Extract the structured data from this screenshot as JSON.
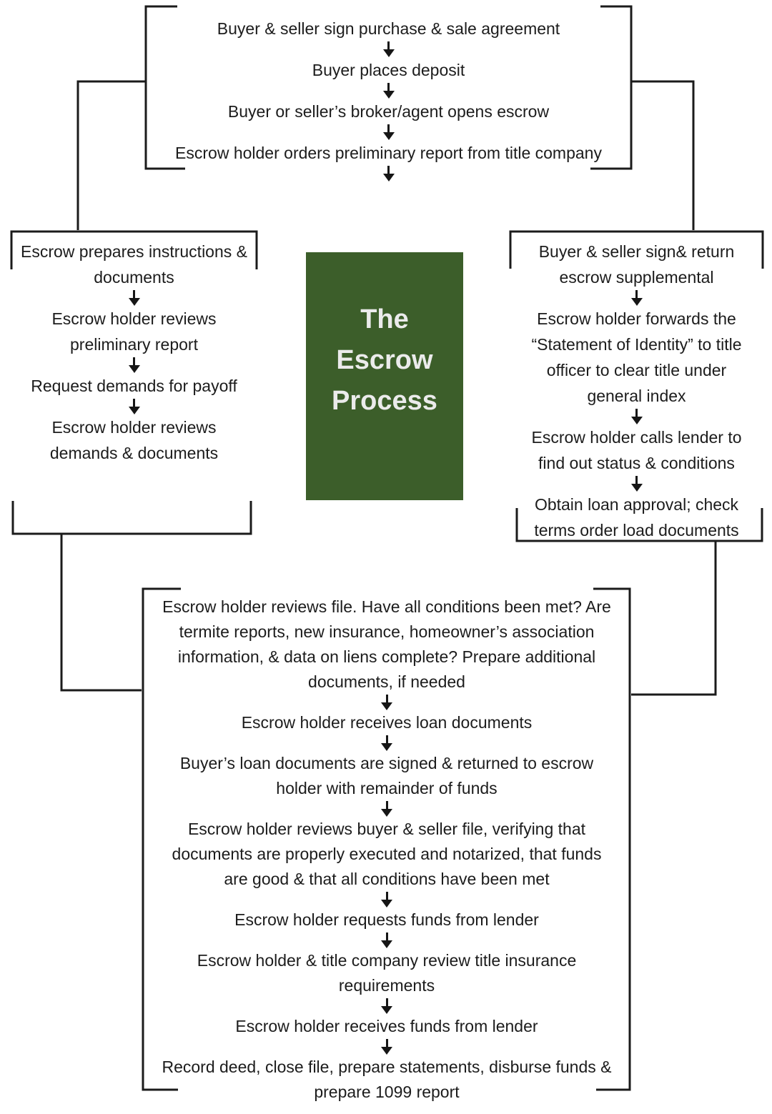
{
  "colors": {
    "line": "#1b1b1b",
    "text": "#1c1c1c",
    "title_bg": "#3c5e2a",
    "title_text": "#ebebeb"
  },
  "title_box": {
    "lines": [
      "The",
      "Escrow",
      "Process"
    ]
  },
  "top_box": {
    "steps": [
      "Buyer & seller sign purchase & sale agreement",
      "Buyer places deposit",
      "Buyer or seller’s broker/agent opens escrow",
      "Escrow holder orders preliminary report from title company"
    ]
  },
  "left_box": {
    "steps": [
      "Escrow prepares instructions &\ndocuments",
      "Escrow holder reviews\npreliminary report",
      "Request demands for payoff",
      "Escrow holder reviews\ndemands & documents"
    ]
  },
  "right_box": {
    "steps": [
      "Buyer & seller sign& return\nescrow supplemental",
      "Escrow holder forwards the\n“Statement of Identity” to title\nofficer to clear title under\ngeneral index",
      "Escrow holder calls lender to\nfind out status & conditions",
      "Obtain loan approval; check\nterms order load documents"
    ]
  },
  "bottom_box": {
    "steps": [
      "Escrow holder reviews file. Have all conditions been met? Are\ntermite reports, new insurance, homeowner’s association\ninformation, & data on liens complete? Prepare additional\ndocuments, if needed",
      "Escrow holder receives loan documents",
      "Buyer’s loan documents are signed & returned to escrow\nholder with remainder of funds",
      "Escrow holder reviews buyer & seller file, verifying that\ndocuments are properly executed and notarized, that funds\nare good & that all conditions have been met",
      "Escrow holder requests funds from lender",
      "Escrow holder & title company review title insurance\nrequirements",
      "Escrow holder receives funds from lender",
      "Record deed, close file, prepare statements, disburse funds &\nprepare 1099 report"
    ]
  }
}
